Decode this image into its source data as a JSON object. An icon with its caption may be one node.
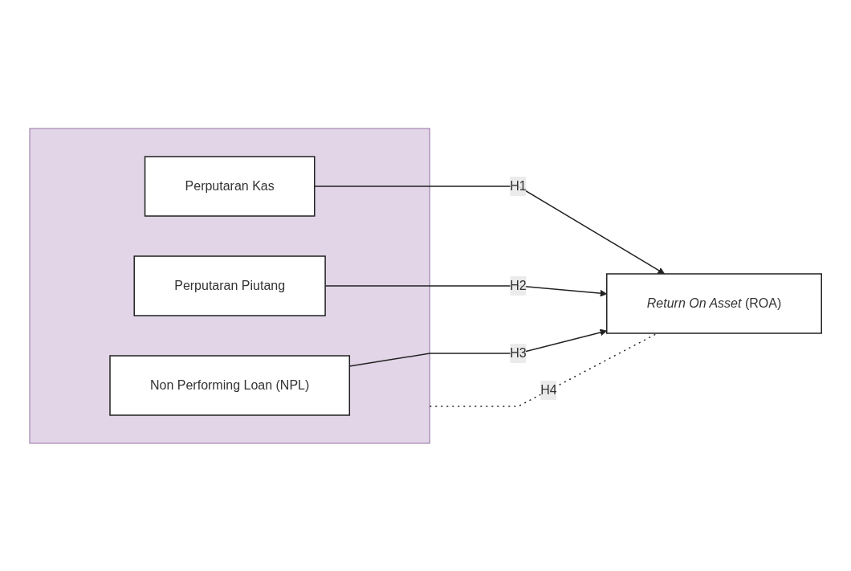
{
  "diagram": {
    "nodes": [
      {
        "text": [],
        "shape": "box"
      },
      {
        "text": [
          "Perputaran Kas"
        ],
        "in": 0
      },
      {
        "text": [
          "Perputaran Piutang"
        ],
        "in": 0
      },
      {
        "text": [
          "Non Performing Loan (NPL)"
        ],
        "in": 0
      },
      {
        "text": [
          "*Return On Asset* (ROA)"
        ]
      }
    ],
    "edges": [
      {
        "from": 1,
        "to": 4,
        "arrow": "to",
        "label": "H1"
      },
      {
        "from": 2,
        "to": 4,
        "arrow": "to",
        "label": "H2"
      },
      {
        "from": 3,
        "to": 4,
        "arrow": "to",
        "label": "H3"
      },
      {
        "from": 0,
        "to": 4,
        "arrow": "none",
        "label": "H4",
        "style": "dashed"
      }
    ]
  }
}
